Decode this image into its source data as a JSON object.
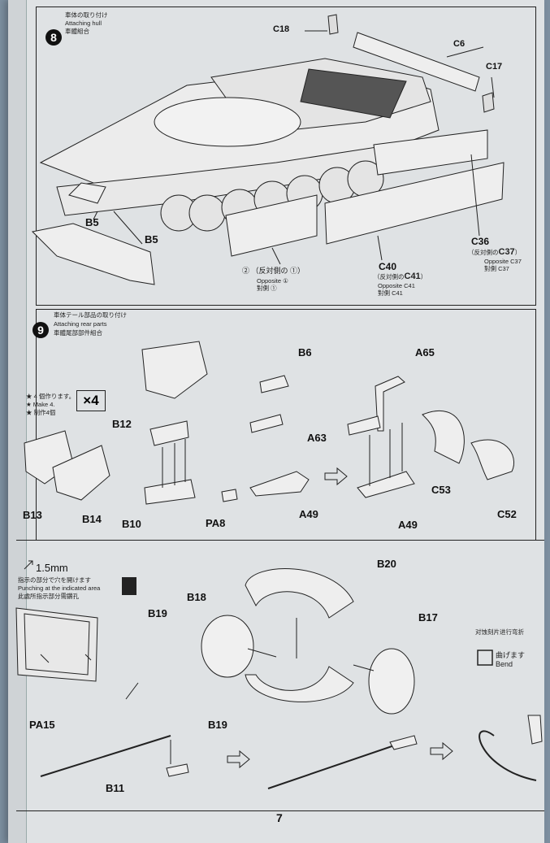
{
  "step8": {
    "number": "8",
    "title_jp": "車体の取り付け",
    "title_en": "Attaching hull",
    "title_cn": "車體組合",
    "parts": {
      "c18": "C18",
      "c6": "C6",
      "c17": "C17",
      "b5a": "B5",
      "b5b": "B5",
      "c36": "C36",
      "c36_jp": "（反対側の",
      "c37": "C37",
      "c36_paren_close": "）",
      "c36_en": "Opposite C37",
      "c36_cn": "對側 C37",
      "c40": "C40",
      "c40_jp": "（反対側の",
      "c41": "C41",
      "c40_paren_close": "）",
      "c40_en": "Opposite C41",
      "c40_cn": "對側 C41",
      "two": "② （反対側の ①）",
      "two_en": "Opposite ①",
      "two_cn": "對側 ①"
    }
  },
  "step9": {
    "number": "9",
    "title_jp": "車体テール部品の取り付け",
    "title_en": "Attaching rear parts",
    "title_cn": "車體尾部部件組合",
    "make_jp": "★ 4 個作ります。",
    "make_en": "★ Make 4.",
    "make_cn": "★ 制作4個",
    "make_box": "×4",
    "parts": {
      "b6": "B6",
      "a65": "A65",
      "b12": "B12",
      "a63": "A63",
      "b13": "B13",
      "b14": "B14",
      "b10": "B10",
      "pa8": "PA8",
      "a49a": "A49",
      "a49b": "A49",
      "c53": "C53",
      "c52": "C52"
    }
  },
  "step10": {
    "drill": "1.5mm",
    "drill_jp": "指示の部分で穴を開けます",
    "drill_en": "Punching at the indicated area",
    "drill_cn": "此處所指示部分需鑽孔",
    "bend_cn": "对蚀刻片进行弯折",
    "bend_jp": "曲げます",
    "bend_en": "Bend",
    "parts": {
      "b20": "B20",
      "b18": "B18",
      "b19a": "B19",
      "b17": "B17",
      "b19b": "B19",
      "pa15": "PA15",
      "b11": "B11"
    }
  },
  "page_number": "7"
}
